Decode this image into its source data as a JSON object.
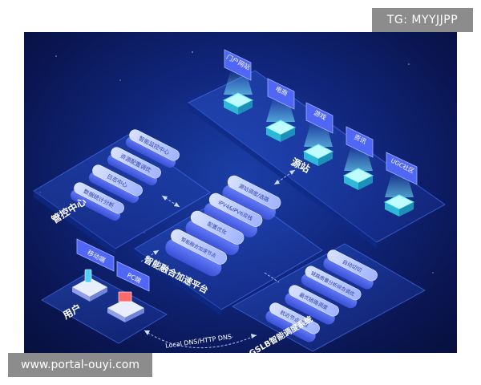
{
  "watermarks": {
    "telegram": "TG: MYYJJPP",
    "website": "www.portal-ouyi.com"
  },
  "management_center": {
    "title": "管控中心",
    "items": [
      "智能监控中心",
      "资源配置调优",
      "日志中心",
      "数据统计分析"
    ]
  },
  "acceleration_platform": {
    "title": "智能融合加速平台",
    "items": [
      "源站调度/选路",
      "IPV4&IPV6双栈",
      "配置优化",
      "智能融合加速节点"
    ]
  },
  "origin_station": {
    "title": "源站",
    "items": [
      "门户网站",
      "电商",
      "游戏",
      "资讯",
      "UGC社区"
    ]
  },
  "users": {
    "title": "用户",
    "items": [
      "移动端",
      "PC端"
    ]
  },
  "gslb": {
    "title": "GSLB智能调度系统",
    "items": [
      "自动切切",
      "链路质量分析综合调优",
      "最优链路调度",
      "就近节点调度"
    ]
  },
  "links": {
    "dns_label": "Local DNS/HTTP DNS"
  },
  "colors": {
    "background": "#10257a",
    "platform_face": "#1a3ca6",
    "pill_top": "#b6c8ff",
    "pill_side": "#4f6bf0",
    "tag": "#5066f5",
    "cube": "#5ef0ff"
  }
}
